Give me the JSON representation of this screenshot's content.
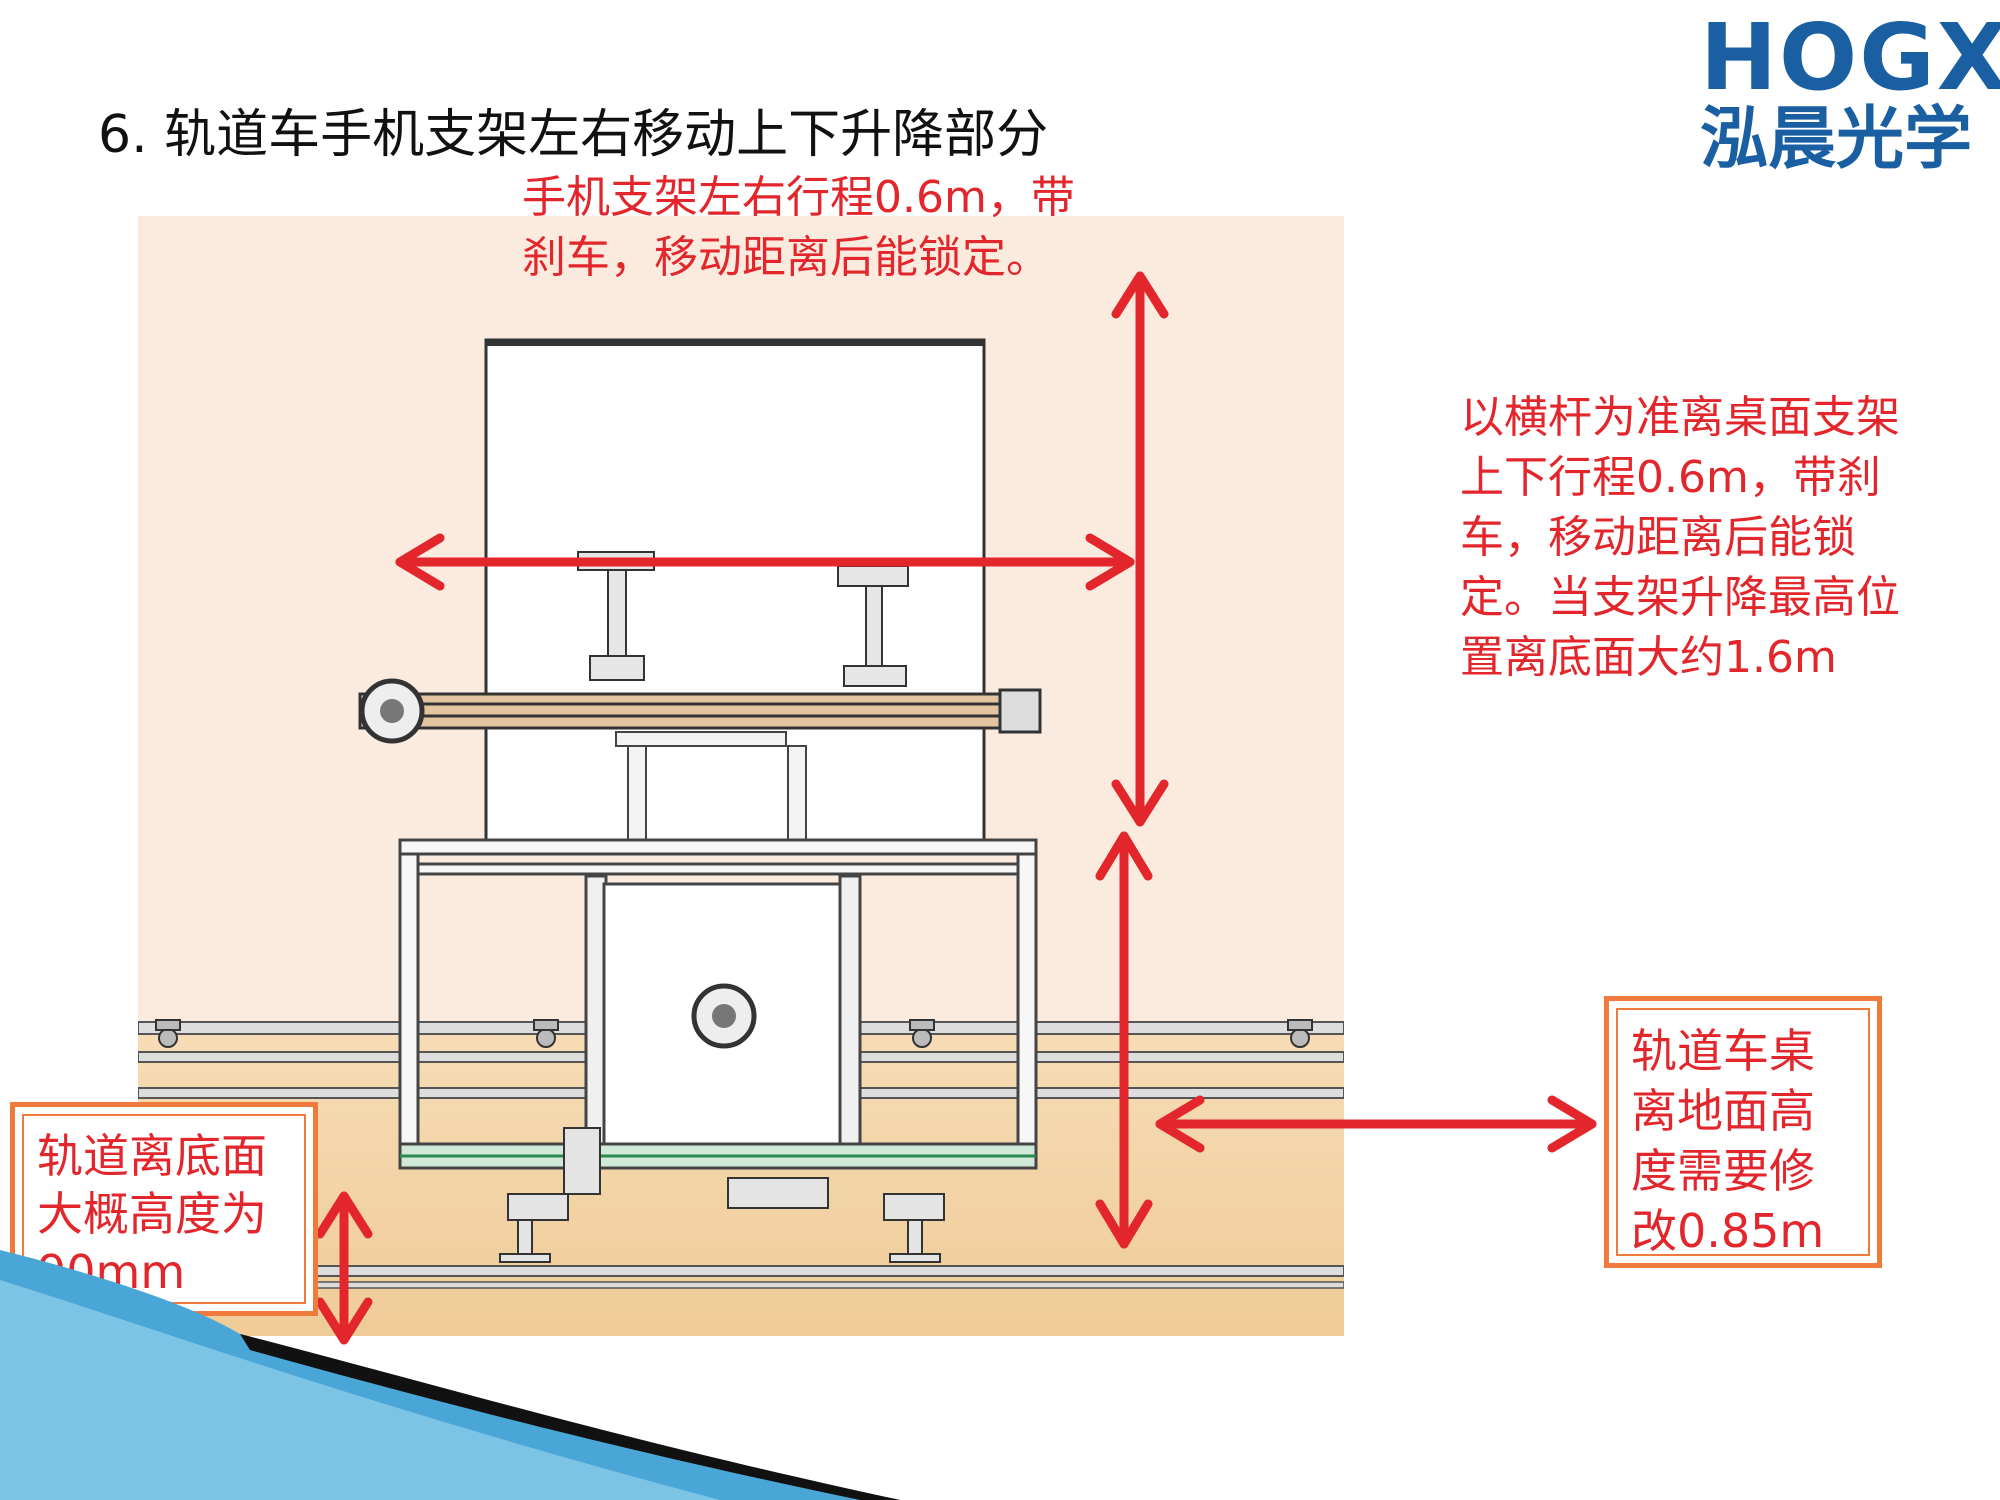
{
  "slide": {
    "title": "6. 轨道车手机支架左右移动上下升降部分"
  },
  "logo": {
    "word": "HOGX",
    "chinese": "泓晨光学"
  },
  "annotations": {
    "horizontal_travel": "手机支架左右行程0.6m，带刹车，移动距离后能锁定。",
    "vertical_travel": "以横杆为准离桌面支架上下行程0.6m，带刹车，移动距离后能锁定。当支架升降最高位置离底面大约1.6m",
    "cart_height": "轨道车桌离地面高度需要修改0.85m",
    "rail_height": "轨道离底面大概高度为90mm"
  },
  "colors": {
    "annotation_red": "#e3262c",
    "box_orange": "#f07a3c",
    "logo_blue": "#1b5fa3",
    "drawing_bg": "#fbebdf",
    "floor": "#f2d4a8"
  }
}
